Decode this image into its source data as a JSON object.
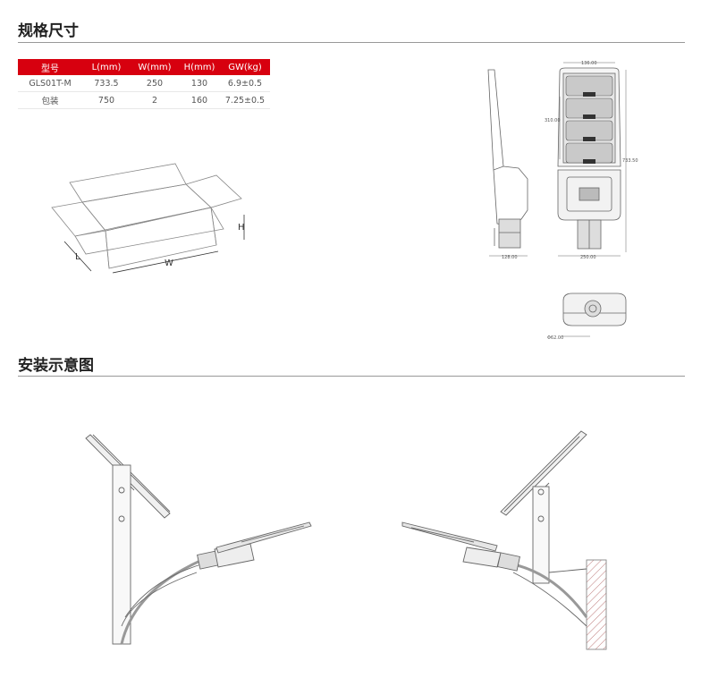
{
  "sections": {
    "spec_title": "规格尺寸",
    "install_title": "安装示意图"
  },
  "spec_table": {
    "headers": [
      "型号",
      "L(mm)",
      "W(mm)",
      "H(mm)",
      "GW(kg)"
    ],
    "rows": [
      [
        "GLS01T-M",
        "733.5",
        "250",
        "130",
        "6.9±0.5"
      ],
      [
        "包装",
        "750",
        "2",
        "160",
        "7.25±0.5"
      ]
    ]
  },
  "box_labels": {
    "l": "L",
    "w": "W",
    "h": "H"
  },
  "drawing_dims": {
    "top_width": "136.00",
    "panel_height": "310.00",
    "total_length": "733.50",
    "side_depth": "128.00",
    "bottom_width": "250.00",
    "pole_diameter": "Φ62.00"
  },
  "colors": {
    "accent": "#d7000f",
    "line": "#666666"
  }
}
